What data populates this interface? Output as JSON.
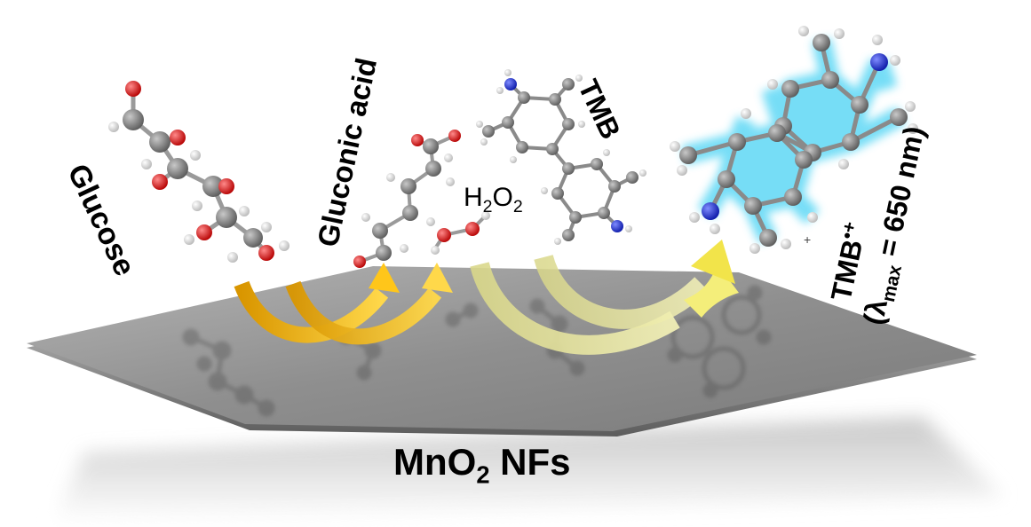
{
  "labels": {
    "glucose": "Glucose",
    "gluconic_acid": "Gluconic acid",
    "tmb": "TMB",
    "h2o2": {
      "h1": "H",
      "sub1": "2",
      "o": "O",
      "sub2": "2"
    },
    "tmb_ox": {
      "base": "TMB",
      "sup": "•+"
    },
    "lambda": {
      "open": "(",
      "symbol": "λ",
      "sub": "max",
      "rest": " = 650 nm)"
    },
    "mno2": {
      "base": "MnO",
      "sub": "2",
      "rest": " NFs"
    }
  },
  "colors": {
    "oxygen": "#d11f1f",
    "carbon": "#7a7a7a",
    "hydrogen": "#e6e6e6",
    "nitrogen": "#1f2fd1",
    "sheet": "#8c8c8c",
    "arrow_gold": "#f2b800",
    "arrow_pale": "#e8e6a0",
    "glow": "#5fd8f5"
  }
}
